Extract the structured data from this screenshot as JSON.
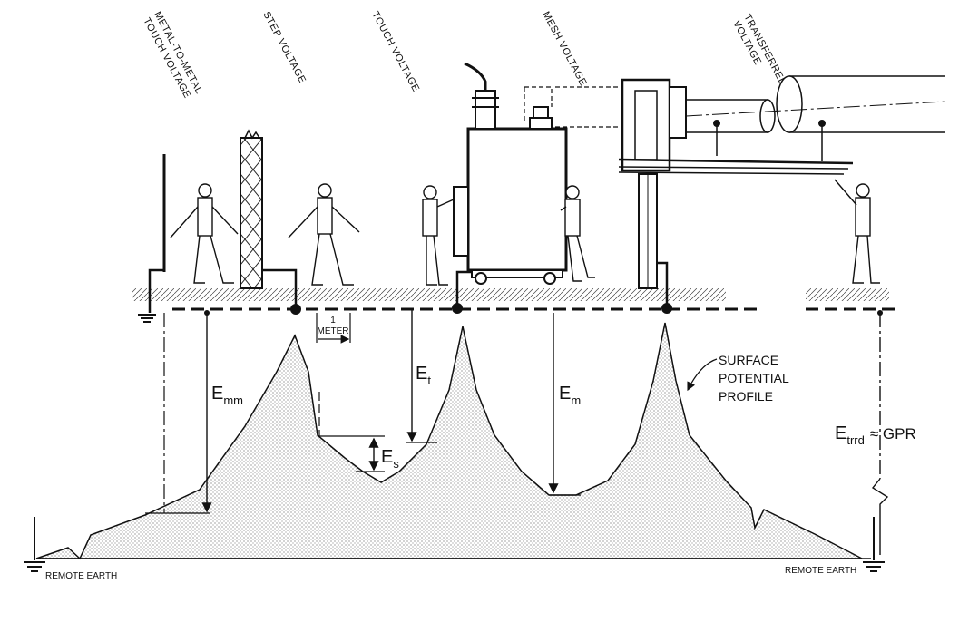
{
  "top_labels": {
    "metal_to_metal": [
      "METAL-TO-METAL",
      "TOUCH VOLTAGE"
    ],
    "step": [
      "STEP VOLTAGE"
    ],
    "touch": [
      "TOUCH VOLTAGE"
    ],
    "mesh": [
      "MESH VOLTAGE"
    ],
    "transferred": [
      "TRANSFERRED",
      "VOLTAGE"
    ]
  },
  "symbols": {
    "emm": {
      "base": "E",
      "sub": "mm"
    },
    "et": {
      "base": "E",
      "sub": "t"
    },
    "es": {
      "base": "E",
      "sub": "s"
    },
    "em": {
      "base": "E",
      "sub": "m"
    },
    "etrrd": {
      "base": "E",
      "sub": "trrd",
      "suffix": "≈ GPR"
    }
  },
  "meter": {
    "value": "1",
    "unit": "METER"
  },
  "profile_label": [
    "SURFACE",
    "POTENTIAL",
    "PROFILE"
  ],
  "remote_earth_left": "REMOTE EARTH",
  "remote_earth_right": "REMOTE EARTH"
}
